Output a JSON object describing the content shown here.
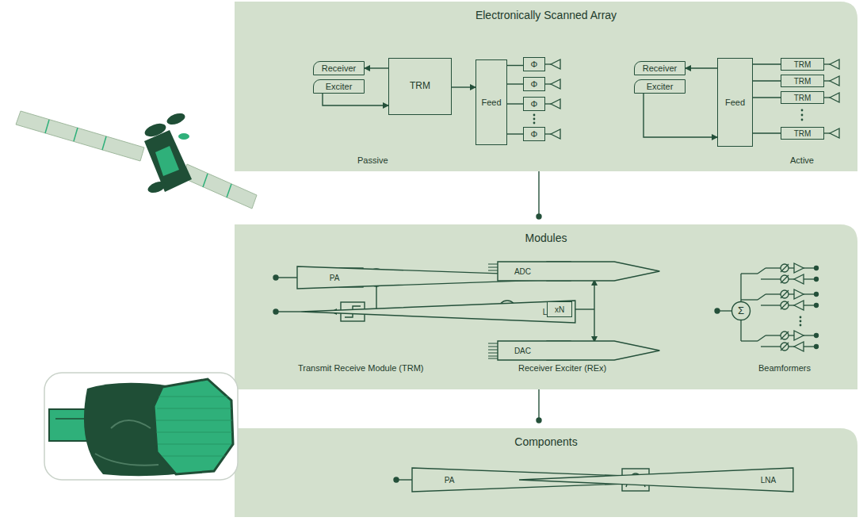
{
  "diagram": {
    "nodes": [
      {
        "text": [
          "Electronically Scanned Array"
        ]
      },
      {
        "text": [
          "Receiver"
        ],
        "in": 0
      },
      {
        "text": [
          "Exciter"
        ],
        "in": 0
      },
      {
        "text": [
          "TRM"
        ],
        "in": 0
      },
      {
        "text": [
          "Feed"
        ],
        "in": 0
      },
      {
        "text": [
          "Φ"
        ],
        "in": 0
      },
      {
        "text": [
          "Φ"
        ],
        "in": 0
      },
      {
        "text": [
          "Φ"
        ],
        "in": 0
      },
      {
        "text": [
          "Φ"
        ],
        "in": 0
      },
      {
        "text": [
          "Receiver"
        ],
        "in": 0
      },
      {
        "text": [
          "Exciter"
        ],
        "in": 0
      },
      {
        "text": [
          "Feed"
        ],
        "in": 0
      },
      {
        "text": [
          "TRM"
        ],
        "in": 0
      },
      {
        "text": [
          "TRM"
        ],
        "in": 0
      },
      {
        "text": [
          "TRM"
        ],
        "in": 0
      },
      {
        "text": [
          "TRM"
        ],
        "in": 0
      },
      {
        "text": [
          "Modules"
        ]
      },
      {
        "text": [
          "PA"
        ],
        "in": 16
      },
      {
        "text": [
          "LNA"
        ],
        "in": 16
      },
      {
        "text": [
          "ADC"
        ],
        "in": 16
      },
      {
        "text": [
          "xN"
        ],
        "in": 16
      },
      {
        "text": [
          "DAC"
        ],
        "in": 16
      },
      {
        "text": [
          "Σ"
        ],
        "in": 16
      },
      {
        "text": [
          "Components"
        ]
      },
      {
        "text": [
          "PA"
        ],
        "in": 23
      },
      {
        "text": [
          "LNA"
        ],
        "in": 23
      }
    ],
    "edges": [
      {
        "from": 3,
        "to": 1,
        "arrow": "to"
      },
      {
        "from": 2,
        "to": 3,
        "arrow": "to"
      },
      {
        "from": 3,
        "to": 4,
        "arrow": "to"
      },
      {
        "from": 4,
        "to": 5,
        "arrow": "none"
      },
      {
        "from": 4,
        "to": 6,
        "arrow": "none"
      },
      {
        "from": 4,
        "to": 7,
        "arrow": "none"
      },
      {
        "from": 4,
        "to": 8,
        "arrow": "none"
      },
      {
        "from": 11,
        "to": 9,
        "arrow": "to"
      },
      {
        "from": 10,
        "to": 11,
        "arrow": "to"
      },
      {
        "from": 11,
        "to": 12,
        "arrow": "none"
      },
      {
        "from": 11,
        "to": 13,
        "arrow": "none"
      },
      {
        "from": 11,
        "to": 14,
        "arrow": "none"
      },
      {
        "from": 11,
        "to": 15,
        "arrow": "none"
      }
    ],
    "labels": [
      "Passive",
      "Active",
      "Transmit Receive Module (TRM)",
      "Receiver Exciter (REx)",
      "Beamformers"
    ]
  }
}
